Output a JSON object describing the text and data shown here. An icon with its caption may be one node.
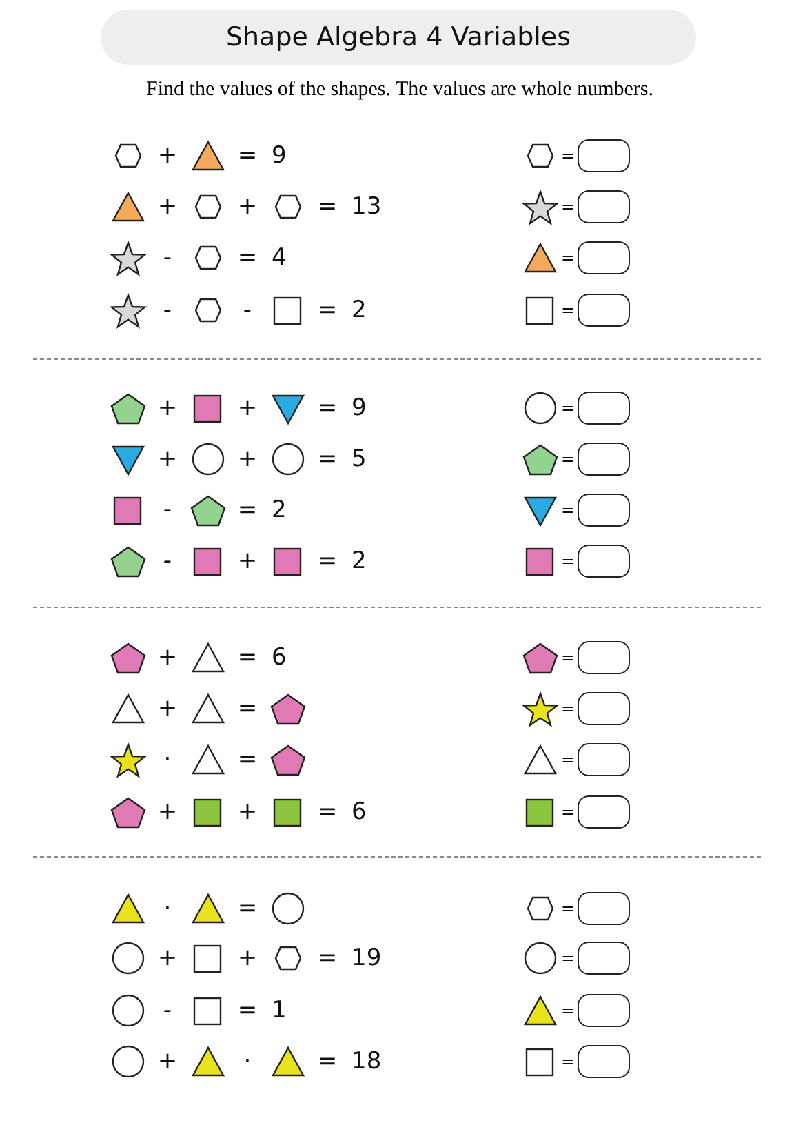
{
  "diagram": {
    "title": "Shape Algebra 4 Variables",
    "labels": [
      "Find the values of the shapes. The values are whole numbers.",
      "+",
      "=",
      "9",
      "=",
      "+",
      "+",
      "=",
      "13",
      "=",
      "-",
      "=",
      "4",
      "=",
      "-",
      "-",
      "=",
      "2",
      "=",
      "+",
      "+",
      "=",
      "9",
      "=",
      "+",
      "+",
      "=",
      "5",
      "=",
      "-",
      "=",
      "2",
      "=",
      "-",
      "+",
      "=",
      "2",
      "=",
      "+",
      "=",
      "6",
      "=",
      "+",
      "=",
      "=",
      "·",
      "=",
      "=",
      "+",
      "+",
      "=",
      "6",
      "=",
      "·",
      "=",
      "=",
      "+",
      "+",
      "=",
      "19",
      "=",
      "-",
      "=",
      "1",
      "=",
      "+",
      "·",
      "=",
      "18",
      "="
    ]
  }
}
